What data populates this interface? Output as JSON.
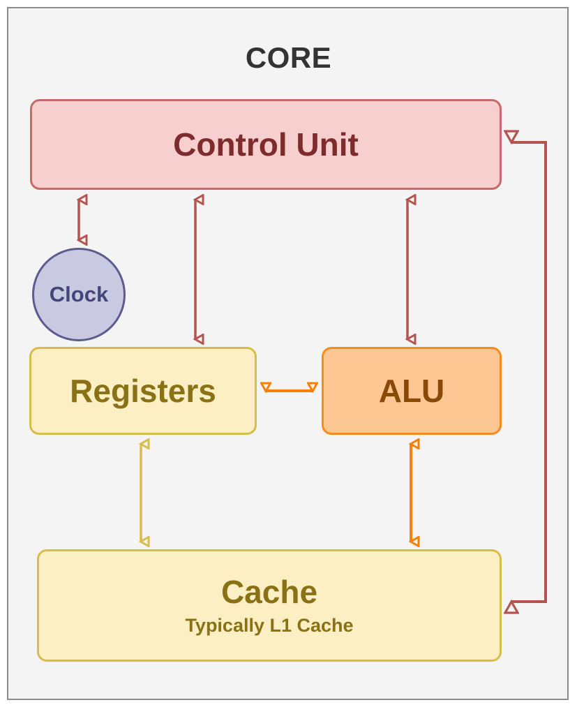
{
  "diagram": {
    "title": "CORE",
    "frame_bg": "#f4f4f4",
    "frame_border": "#8c8c8c",
    "title_color": "#333333"
  },
  "nodes": {
    "control_unit": {
      "label": "Control Unit",
      "fill": "#f7cfcf",
      "stroke": "#c56b6b",
      "text_color": "#7e2b2b"
    },
    "clock": {
      "label": "Clock",
      "fill": "#c9c9e2",
      "stroke": "#5b5b8f",
      "text_color": "#45457a"
    },
    "registers": {
      "label": "Registers",
      "fill": "#fcefc4",
      "stroke": "#d8bd4a",
      "text_color": "#8a7115"
    },
    "alu": {
      "label": "ALU",
      "fill": "#fcc793",
      "stroke": "#f68c1f",
      "text_color": "#8a4a07"
    },
    "cache": {
      "label": "Cache",
      "sublabel": "Typically L1 Cache",
      "fill": "#fcefc4",
      "stroke": "#d8bd4a",
      "text_color": "#8a7115"
    }
  },
  "edges": [
    {
      "name": "control-unit-clock",
      "from": "control_unit",
      "to": "clock",
      "direction": "bidirectional",
      "color": "#b5544f"
    },
    {
      "name": "control-unit-registers",
      "from": "control_unit",
      "to": "registers",
      "direction": "bidirectional",
      "color": "#b5544f"
    },
    {
      "name": "control-unit-alu",
      "from": "control_unit",
      "to": "alu",
      "direction": "bidirectional",
      "color": "#b5544f"
    },
    {
      "name": "registers-alu",
      "from": "registers",
      "to": "alu",
      "direction": "bidirectional",
      "color": "#f97f07"
    },
    {
      "name": "registers-cache",
      "from": "registers",
      "to": "cache",
      "direction": "bidirectional",
      "color": "#d8bd4a"
    },
    {
      "name": "alu-cache",
      "from": "alu",
      "to": "cache",
      "direction": "bidirectional",
      "color": "#f97f07"
    },
    {
      "name": "cache-control-unit-bus",
      "from": "cache",
      "to": "control_unit",
      "direction": "bidirectional-routed",
      "color": "#b5544f"
    }
  ]
}
